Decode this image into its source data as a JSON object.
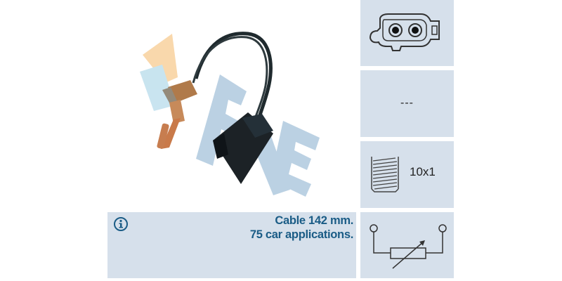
{
  "product": {
    "image_alt": "Temperature sensor with cable and connector",
    "brand_watermark": "FAE"
  },
  "specs": {
    "connector_icon": "two-pin-connector-icon",
    "pin_config": "---",
    "thread_icon": "thread-icon",
    "thread_size": "10x1",
    "symbol_icon": "variable-resistor-icon"
  },
  "info": {
    "icon": "info-icon",
    "line1": "Cable 142 mm.",
    "line2": "75 car applications."
  },
  "colors": {
    "panel_bg": "#d6e0eb",
    "info_text": "#1a5c86",
    "logo_orange": "#f9d6a8",
    "logo_lightblue": "#c6e3ef",
    "logo_blue": "#b8cfe2"
  }
}
